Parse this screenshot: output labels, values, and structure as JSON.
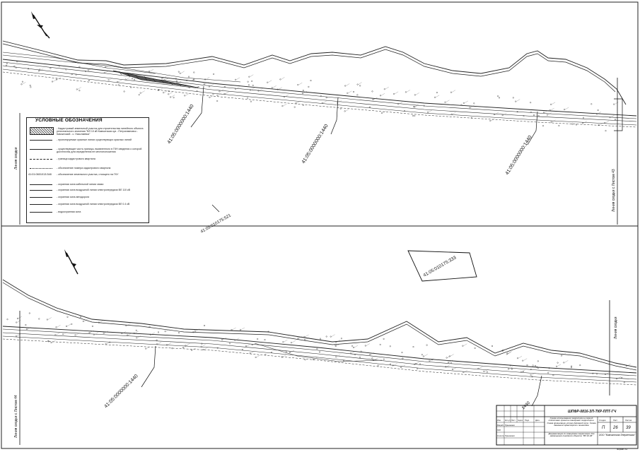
{
  "legend": {
    "title": "УСЛОВНЫЕ ОБОЗНАЧЕНИЯ",
    "items": [
      {
        "symbol": "hatch",
        "text": "- Кадастровый земельный участок для строительства линейного объекта регионального значения \"ВЛ 10 кВ Камчатская куз - Петропавловск - Камчатский - с. Николаевка\""
      },
      {
        "symbol": "thin-line",
        "text": "- проектируемые красные линии существующих красных линий"
      },
      {
        "symbol": "thin-line",
        "text": "- существующие часть границы, выявленного в ГКН сведения о которой достаточны для определения ее местоположения"
      },
      {
        "symbol": "dash-line",
        "text": "- граница кадастрового квартала"
      },
      {
        "symbol": "dot-line",
        "text": "- обозначение номера кадастрового квартала"
      },
      {
        "symbol": "label",
        "label": "41:01:0601013:348",
        "text": "- обозначение земельного участка, стоящего на ГКУ"
      },
      {
        "symbol": "thick-line",
        "text": "- охранная зона кабельной линии связи"
      },
      {
        "symbol": "thick-line",
        "text": "- охранная зона воздушной линии электропередачи ВЛ 110 кВ"
      },
      {
        "symbol": "thick-line",
        "text": "- охранная зона автодороги"
      },
      {
        "symbol": "thick-line",
        "text": "- охранная зона воздушной линии электропередачи ВЛ 0.4 кВ"
      },
      {
        "symbol": "thin-line",
        "text": "- водоохранная зона"
      }
    ]
  },
  "labels": {
    "parcel_upper_1": "41:05:0000000:1440",
    "parcel_upper_2": "41:05:0000000:1440",
    "parcel_upper_3": "41:05:0000000:1440",
    "parcel_upper_4": "41:05:010175:521",
    "parcel_lower_1": "41:05:0000000:1440",
    "parcel_lower_2": "41:05:010175:333",
    "parcel_lower_3": "1440",
    "match_upper_left": "Линия сводки",
    "match_upper_right": "Линия сводки с Листом 43",
    "match_lower_left": "Линия сводки с Листом 44",
    "match_lower_right": "Линия сводки"
  },
  "stamp": {
    "code": "ШПФР-0816-ЗП-ТКР-ППТ-ГЧ",
    "description": "Схема использования территории в период подготовки проекта планировки территории. Схема организации улично-дорожной сети. Схема движения транспорта и пешеходов",
    "col_stage": "Стадия",
    "col_sheet": "Лист",
    "col_sheets": "Листов",
    "stage": "П",
    "sheet": "26",
    "sheets": "39",
    "org": "ООО \"Камчатская Энергетика\"",
    "object_title": "Документация по планировке территории для размещения линейного объекта: \"ВЛ 10 кВ\"",
    "header_cols": [
      "Изм.",
      "Кол.уч",
      "Лист",
      "№док",
      "Подп.",
      "Дата"
    ],
    "roles": [
      "Разраб.",
      "ГИП",
      "Н.контр."
    ],
    "names": [
      "Лукьяненко",
      "",
      "Лукьяненко"
    ],
    "format": "Формат А1"
  }
}
